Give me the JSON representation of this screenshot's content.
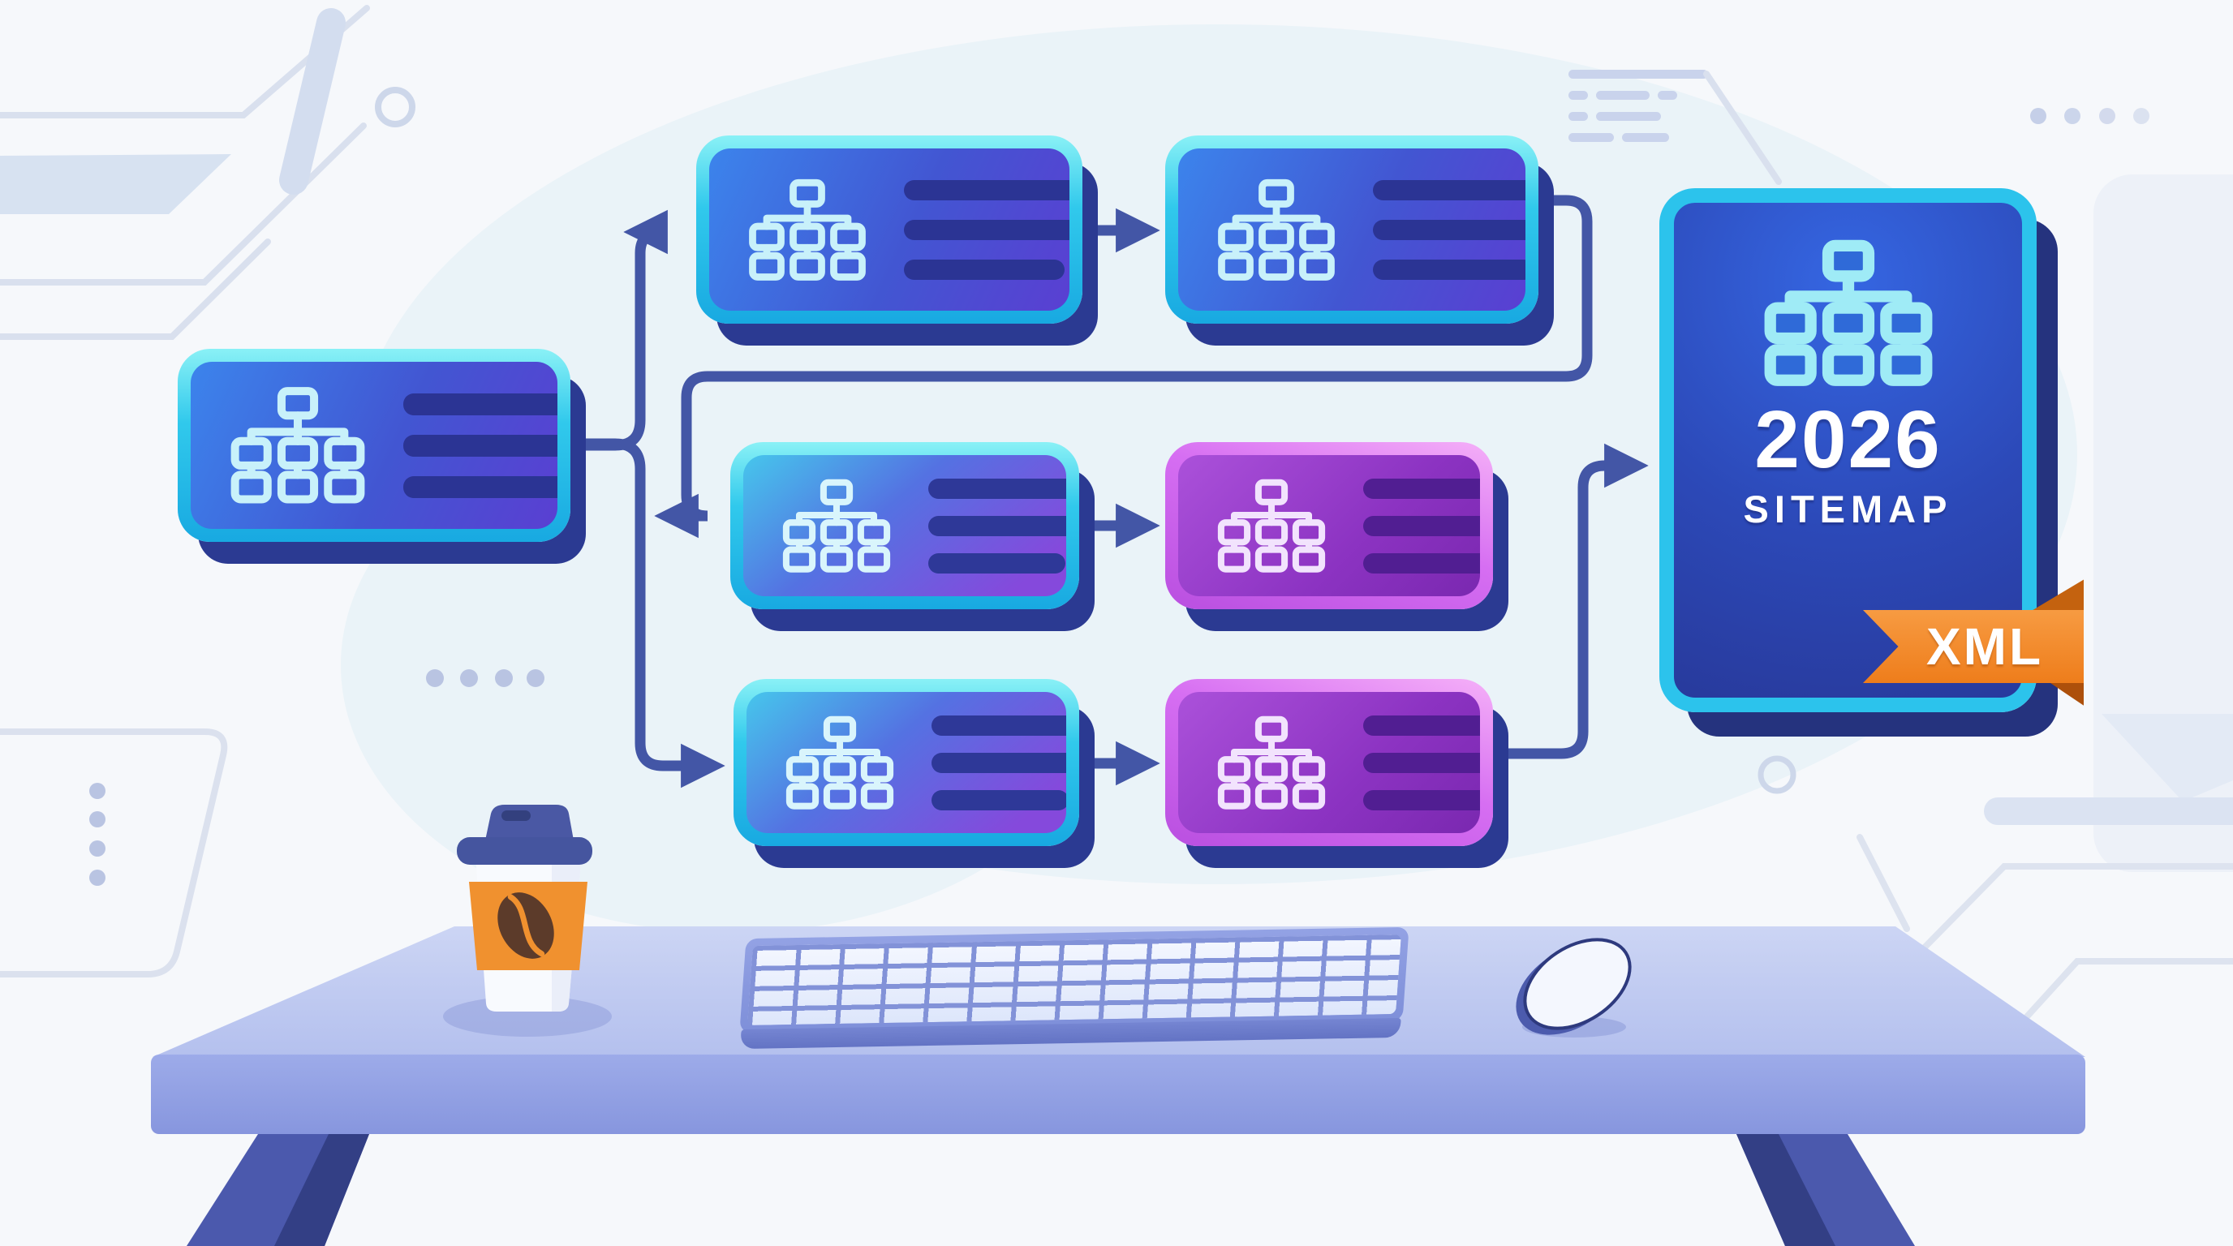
{
  "poster": {
    "year": "2026",
    "title": "SITEMAP",
    "badge": "XML"
  },
  "flowchart": {
    "nodes": [
      {
        "id": "root",
        "variant": "blue"
      },
      {
        "id": "top-a",
        "variant": "blue"
      },
      {
        "id": "top-b",
        "variant": "blue"
      },
      {
        "id": "mid-a",
        "variant": "cyan-purple"
      },
      {
        "id": "mid-b",
        "variant": "purple"
      },
      {
        "id": "bot-a",
        "variant": "cyan-purple"
      },
      {
        "id": "bot-b",
        "variant": "purple"
      }
    ],
    "connections": [
      {
        "from": "root",
        "to": "top-a"
      },
      {
        "from": "root",
        "to": "bot-a"
      },
      {
        "from": "top-a",
        "to": "top-b"
      },
      {
        "from": "top-b",
        "to": "mid-a"
      },
      {
        "from": "mid-a",
        "to": "mid-b"
      },
      {
        "from": "bot-a",
        "to": "bot-b"
      },
      {
        "from": "bot-b",
        "to": "poster"
      }
    ]
  },
  "scene_objects": [
    "flowchart-nodes",
    "sitemap-poster",
    "desk",
    "keyboard",
    "mouse",
    "coffee-cup",
    "circuit-background"
  ],
  "palette": {
    "background": "#f6f8fb",
    "blob": "#e9f2f8",
    "deco_line": "#d9e0ee",
    "connector": "#4356a6",
    "node_border_cyan": "#31c9ec",
    "node_fill_blue": "#4256d2",
    "node_fill_purple": "#8c33c2",
    "node_border_pink": "#d66ef2",
    "node_shadow": "#2b3a92",
    "bar_navy": "#2b3494",
    "poster_fill": "#2c49b8",
    "poster_border": "#2cc3ec",
    "ribbon_orange": "#ee7d1b",
    "desk_top": "#c3cdf1",
    "desk_front": "#98a6e7",
    "desk_leg": "#4b59ad",
    "cup_lid_navy": "#45559f",
    "cup_sleeve_orange": "#f0912f",
    "text_white": "#ffffff"
  }
}
